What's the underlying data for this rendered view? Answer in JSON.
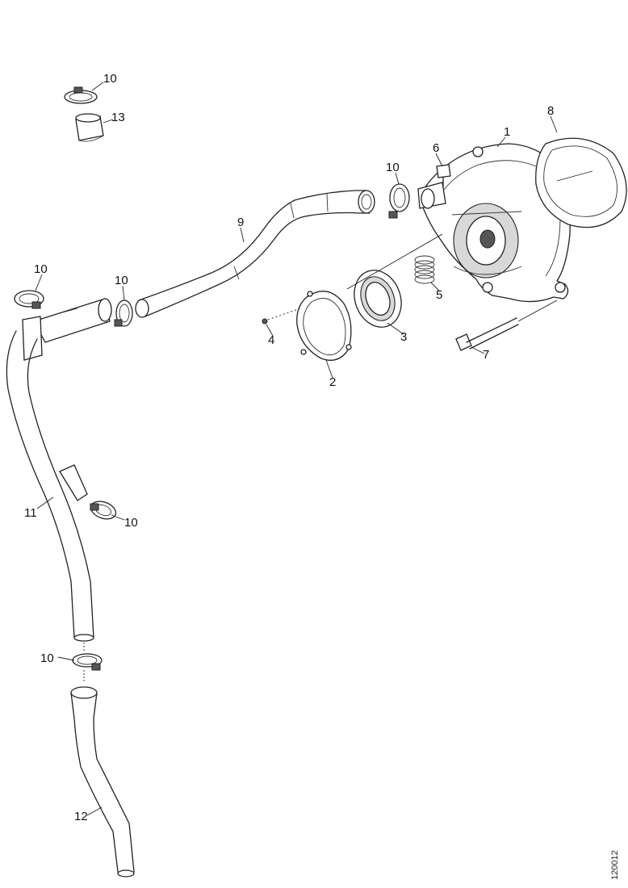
{
  "callouts": [
    {
      "id": "c1",
      "text": "1"
    },
    {
      "id": "c2",
      "text": "2"
    },
    {
      "id": "c3",
      "text": "3"
    },
    {
      "id": "c4",
      "text": "4"
    },
    {
      "id": "c5",
      "text": "5"
    },
    {
      "id": "c6",
      "text": "6"
    },
    {
      "id": "c7",
      "text": "7"
    },
    {
      "id": "c8",
      "text": "8"
    },
    {
      "id": "c9",
      "text": "9"
    },
    {
      "id": "c10a",
      "text": "10"
    },
    {
      "id": "c10b",
      "text": "10"
    },
    {
      "id": "c10c",
      "text": "10"
    },
    {
      "id": "c10d",
      "text": "10"
    },
    {
      "id": "c10e",
      "text": "10"
    },
    {
      "id": "c10f",
      "text": "10"
    },
    {
      "id": "c11",
      "text": "11"
    },
    {
      "id": "c12",
      "text": "12"
    },
    {
      "id": "c13",
      "text": "13"
    }
  ],
  "reference_code": "120012"
}
